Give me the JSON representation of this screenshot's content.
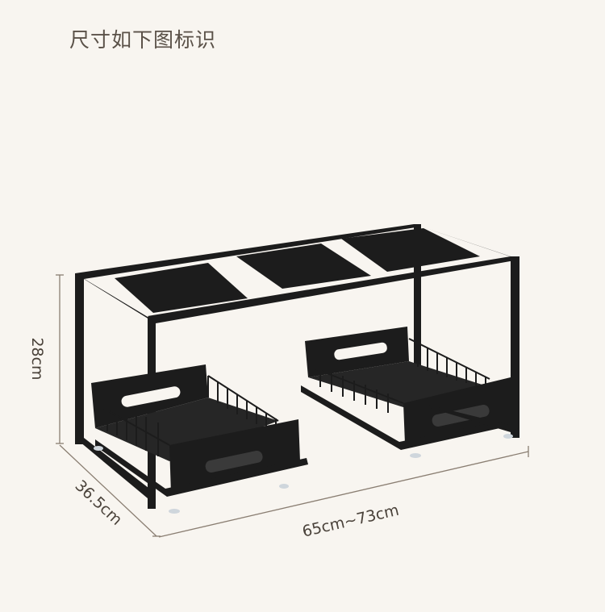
{
  "page": {
    "title": "尺寸如下图标识"
  },
  "product": {
    "name": "",
    "color": "#1c1c1c"
  },
  "dimensions": {
    "height_label": "28cm",
    "depth_label": "36.5cm",
    "width_label": "65cm~73cm"
  },
  "colors": {
    "background": "#f8f5f0",
    "dimension_line": "#8a7e72",
    "rack_black": "#1c1c1c"
  }
}
